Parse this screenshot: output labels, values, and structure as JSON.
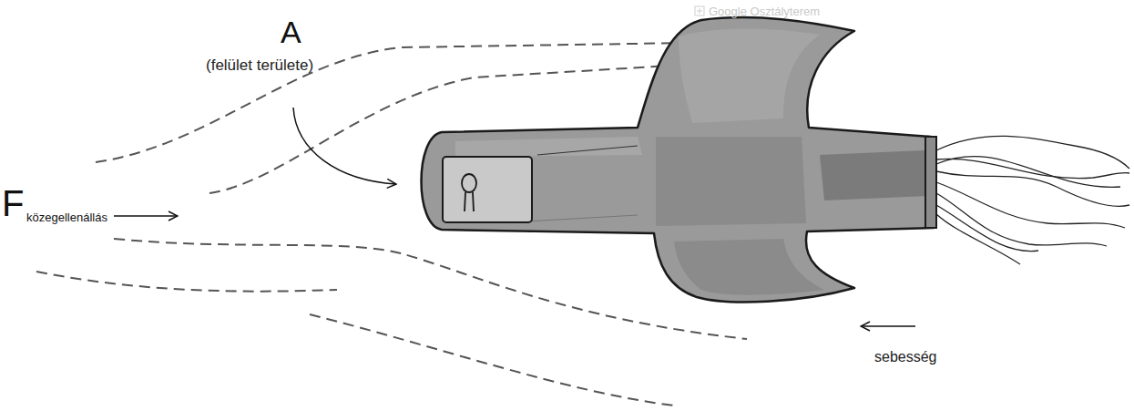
{
  "diagram": {
    "labels": [
      "A",
      "(felület területe)",
      "F",
      "közegellenállás",
      "sebesség",
      "Google Osztályterem"
    ]
  }
}
